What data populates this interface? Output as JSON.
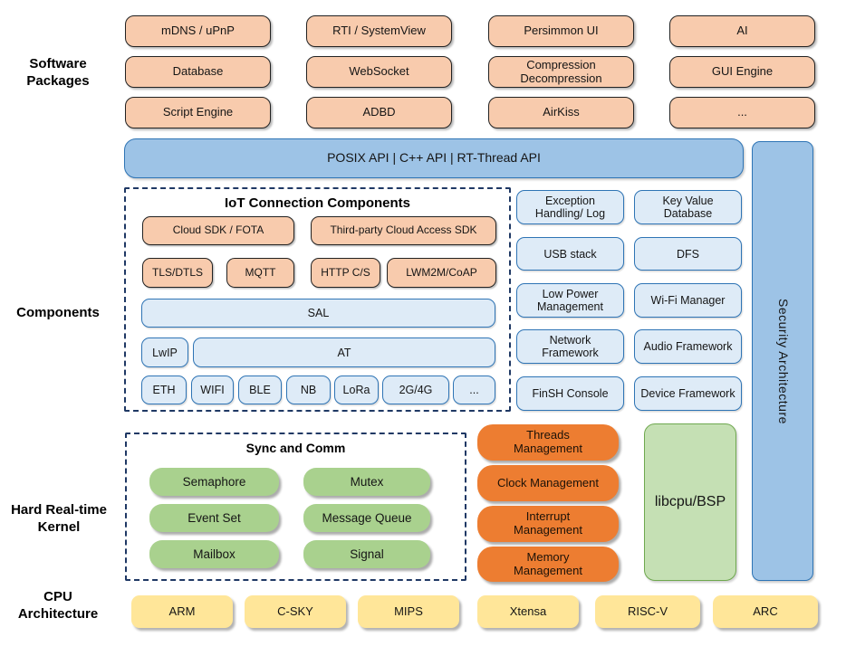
{
  "side_labels": {
    "software": "Software\nPackages",
    "components": "Components",
    "kernel": "Hard Real-time\nKernel",
    "cpu": "CPU\nArchitecture"
  },
  "software_packages": {
    "rows": [
      [
        "mDNS / uPnP",
        "RTI / SystemView",
        "Persimmon UI",
        "AI"
      ],
      [
        "Database",
        "WebSocket",
        "Compression\nDecompression",
        "GUI Engine"
      ],
      [
        "Script Engine",
        "ADBD",
        "AirKiss",
        "..."
      ]
    ]
  },
  "api_bar": {
    "text": "POSIX API | C++ API | RT-Thread API"
  },
  "security_bar": {
    "text": "Security Architecture"
  },
  "iot": {
    "title": "IoT Connection Components",
    "cloud_sdk": "Cloud SDK / FOTA",
    "third_party": "Third-party Cloud Access SDK",
    "protocols": [
      "TLS/DTLS",
      "MQTT",
      "HTTP C/S",
      "LWM2M/CoAP"
    ],
    "sal": "SAL",
    "lwip": "LwIP",
    "at": "AT",
    "links": [
      "ETH",
      "WIFI",
      "BLE",
      "NB",
      "LoRa",
      "2G/4G",
      "..."
    ]
  },
  "components_right": {
    "rows": [
      [
        "Exception Handling/ Log",
        "Key Value Database"
      ],
      [
        "USB stack",
        "DFS"
      ],
      [
        "Low Power Management",
        "Wi-Fi Manager"
      ],
      [
        "Network Framework",
        "Audio Framework"
      ],
      [
        "FinSH Console",
        "Device Framework"
      ]
    ]
  },
  "kernel": {
    "sync_title": "Sync and Comm",
    "sync_rows": [
      [
        "Semaphore",
        "Mutex"
      ],
      [
        "Event Set",
        "Message Queue"
      ],
      [
        "Mailbox",
        "Signal"
      ]
    ],
    "mgmt": [
      "Threads\nManagement",
      "Clock Management",
      "Interrupt\nManagement",
      "Memory\nManagement"
    ],
    "libcpu": "libcpu/BSP"
  },
  "cpu_archs": [
    "ARM",
    "C-SKY",
    "MIPS",
    "Xtensa",
    "RISC-V",
    "ARC"
  ],
  "colors": {
    "peach": "#F8CBAD",
    "light_blue": "#DEEBF7",
    "blue": "#9DC3E6",
    "blue_border": "#2E74B5",
    "green": "#A9D18E",
    "light_green": "#C5E0B4",
    "orange": "#ED7D31",
    "yellow": "#FFE699",
    "dash_border": "#1F3864"
  }
}
